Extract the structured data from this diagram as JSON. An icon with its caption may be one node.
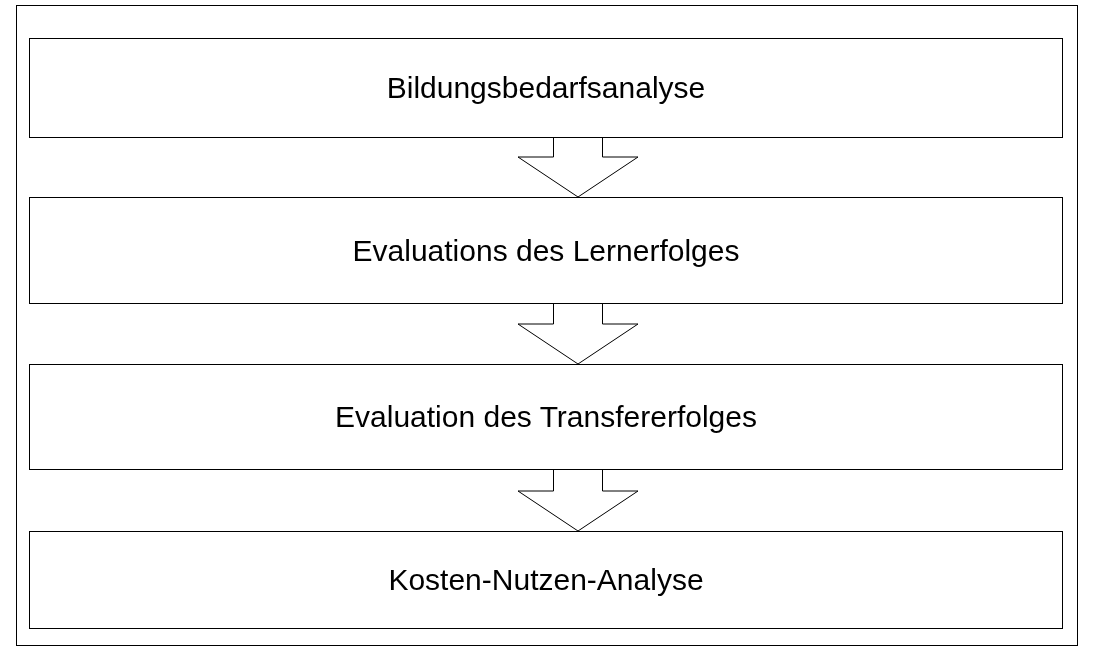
{
  "diagram": {
    "nodes": [
      {
        "text": [
          "Bildungsbedarfsanalyse"
        ]
      },
      {
        "text": [
          "Evaluations des Lernerfolges"
        ]
      },
      {
        "text": [
          "Evaluation des Transfererfolges"
        ]
      },
      {
        "text": [
          "Kosten-Nutzen-Analyse"
        ]
      }
    ],
    "edges": [
      {
        "from": 0,
        "to": 1,
        "arrow": "to"
      },
      {
        "from": 1,
        "to": 2,
        "arrow": "to"
      },
      {
        "from": 2,
        "to": 3,
        "arrow": "to"
      }
    ]
  }
}
